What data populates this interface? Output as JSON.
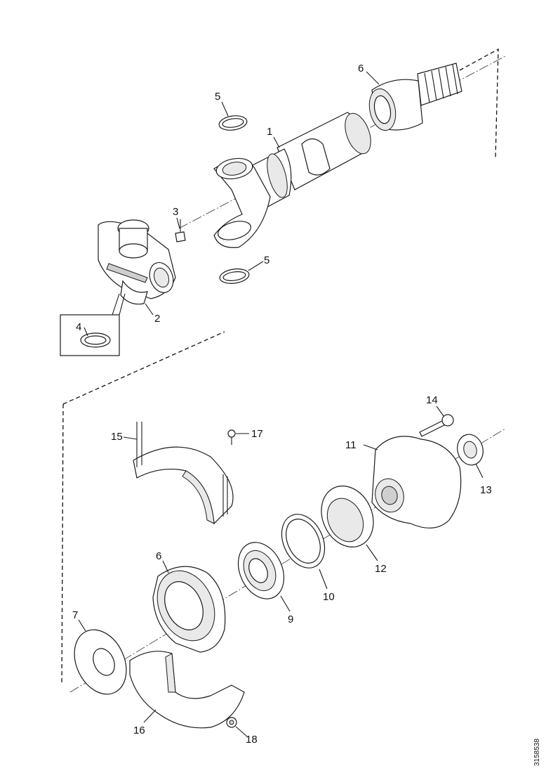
{
  "diagram": {
    "callouts": {
      "c1": "1",
      "c2": "2",
      "c3": "3",
      "c4": "4",
      "c5a": "5",
      "c5b": "5",
      "c6a": "6",
      "c6b": "6",
      "c7": "7",
      "c9": "9",
      "c10": "10",
      "c11": "11",
      "c12": "12",
      "c13": "13",
      "c14": "14",
      "c15": "15",
      "c16": "16",
      "c17": "17",
      "c18": "18"
    },
    "document_id": "3158538"
  }
}
